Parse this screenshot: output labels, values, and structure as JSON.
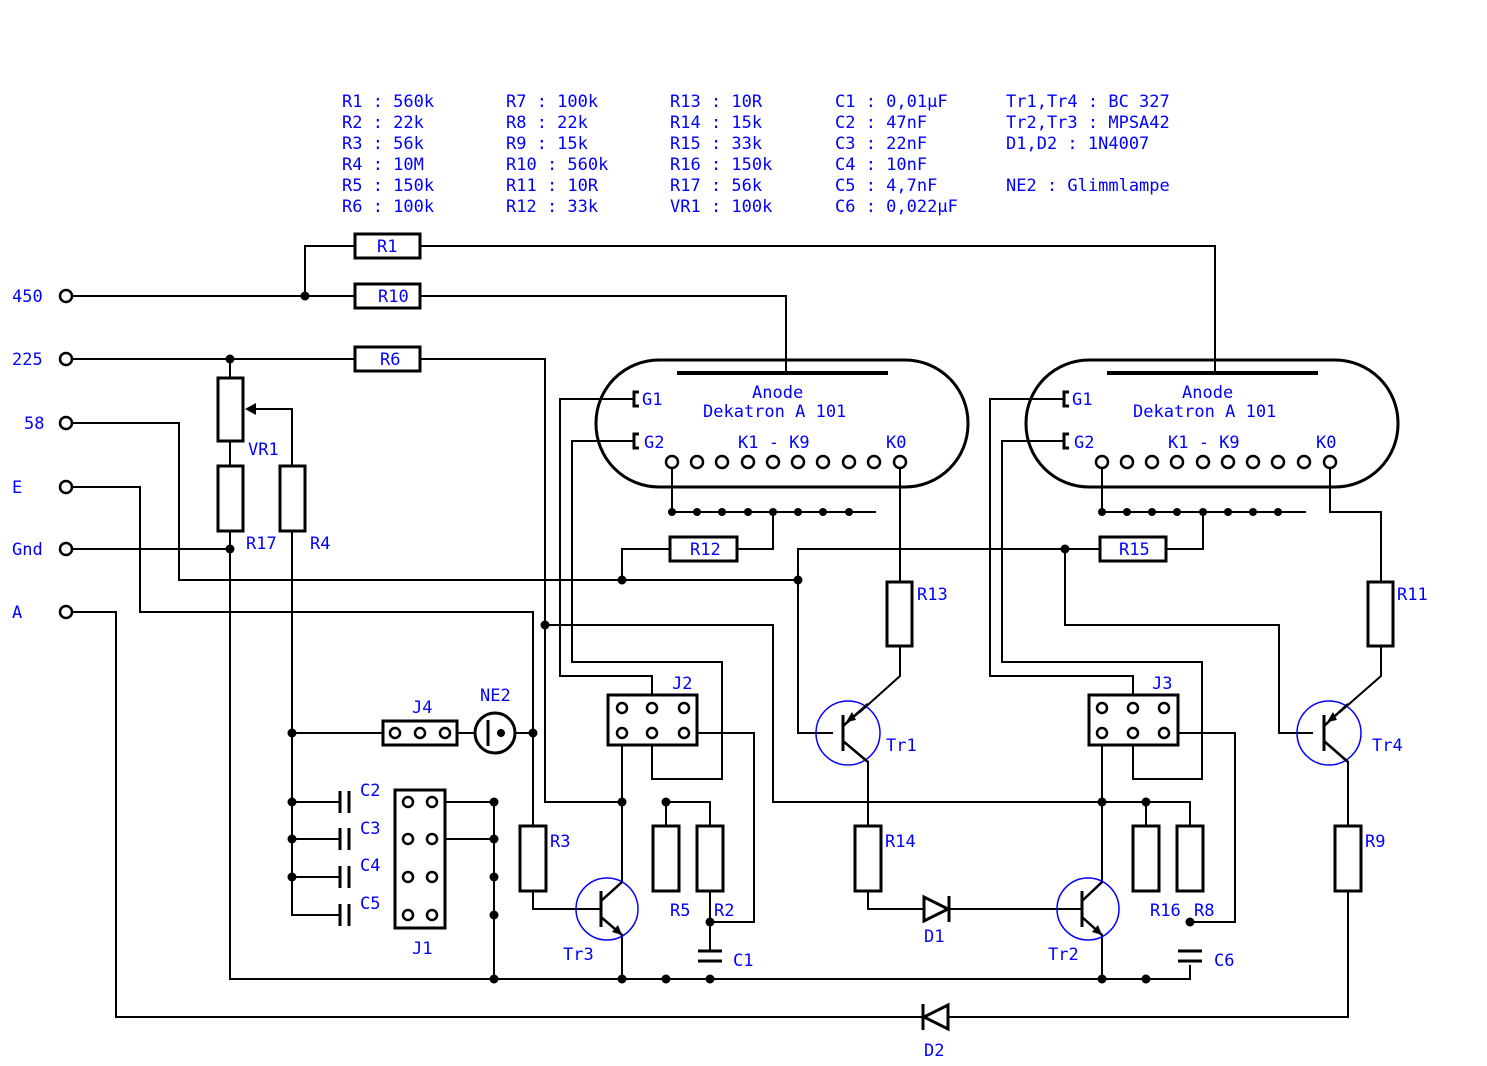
{
  "parts_list": [
    [
      "R1  : 560k",
      "R2  : 22k",
      "R3  : 56k",
      "R4  : 10M",
      "R5  : 150k",
      "R6  : 100k"
    ],
    [
      "R7  : 100k",
      "R8  : 22k",
      "R9  : 15k",
      "R10 : 560k",
      "R11 : 10R",
      "R12 : 33k"
    ],
    [
      "R13 : 10R",
      "R14 : 15k",
      "R15 : 33k",
      "R16 : 150k",
      "R17 : 56k",
      "VR1 : 100k"
    ],
    [
      "C1   : 0,01µF",
      "C2   : 47nF",
      "C3   : 22nF",
      "C4   : 10nF",
      "C5   : 4,7nF",
      "C6   : 0,022µF"
    ],
    [
      "Tr1,Tr4 : BC 327",
      "Tr2,Tr3 : MPSA42",
      "D1,D2   : 1N4007",
      "",
      "NE2     : Glimmlampe",
      ""
    ]
  ],
  "terminals": [
    "450",
    "225",
    "58",
    "E",
    "Gnd",
    "A"
  ],
  "resistors": {
    "r1": "R1",
    "r10": "R10",
    "r6": "R6",
    "r12": "R12",
    "r15": "R15",
    "r13": "R13",
    "r11": "R11",
    "r17": "R17",
    "r4": "R4",
    "r3": "R3",
    "r5": "R5",
    "r2": "R2",
    "r14": "R14",
    "r16": "R16",
    "r8": "R8",
    "r9": "R9"
  },
  "potentiometer": "VR1",
  "capacitors": {
    "c1": "C1",
    "c2": "C2",
    "c3": "C3",
    "c4": "C4",
    "c5": "C5",
    "c6": "C6"
  },
  "transistors": {
    "tr1": "Tr1",
    "tr2": "Tr2",
    "tr3": "Tr3",
    "tr4": "Tr4"
  },
  "diodes": {
    "d1": "D1",
    "d2": "D2"
  },
  "jumpers": {
    "j1": "J1",
    "j2": "J2",
    "j3": "J3",
    "j4": "J4"
  },
  "neon_lamp": "NE2",
  "dekatrons": [
    {
      "anode": "Anode",
      "model": "Dekatron A 101",
      "g1": "G1",
      "g2": "G2",
      "cathodes": "K1 - K9",
      "k0": "K0"
    },
    {
      "anode": "Anode",
      "model": "Dekatron A 101",
      "g1": "G1",
      "g2": "G2",
      "cathodes": "K1 - K9",
      "k0": "K0"
    }
  ]
}
